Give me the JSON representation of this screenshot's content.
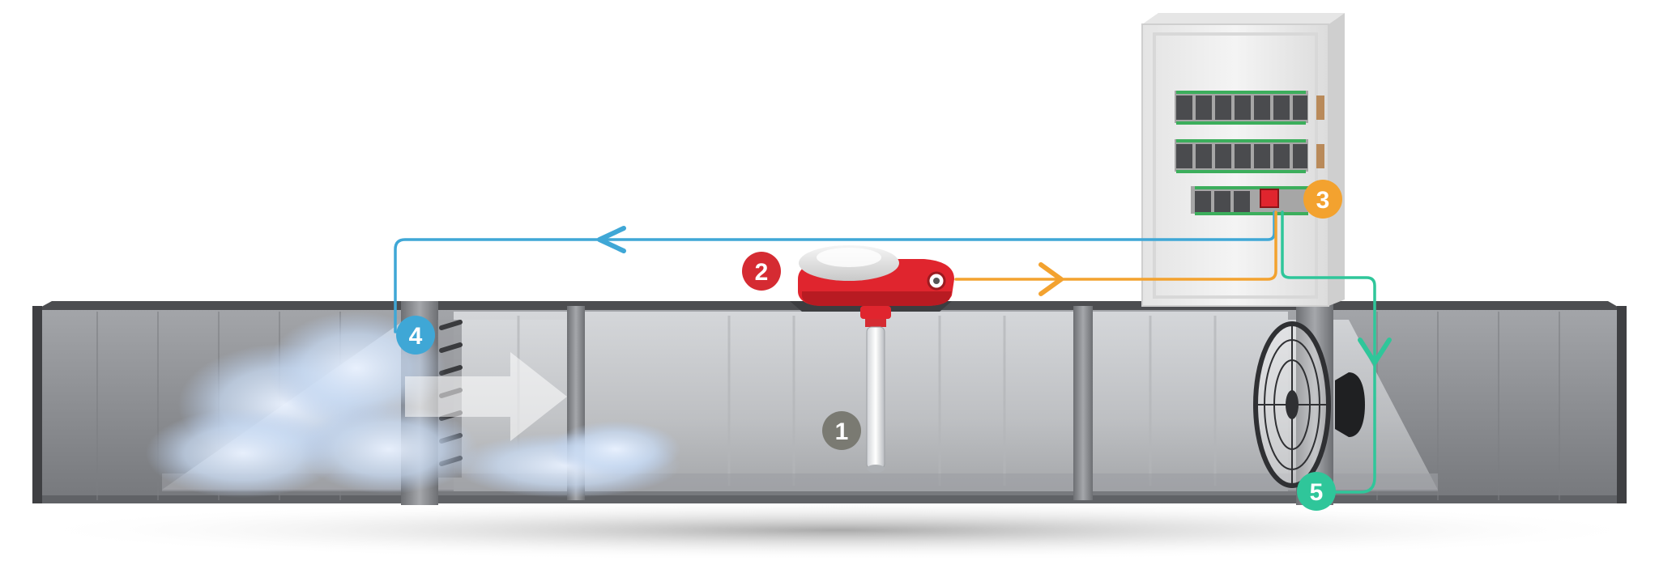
{
  "diagram": {
    "markers": [
      {
        "id": "sensor-probe",
        "label": "1",
        "color": "#7a7a72"
      },
      {
        "id": "smoke-detector",
        "label": "2",
        "color": "#d52b32"
      },
      {
        "id": "control-panel",
        "label": "3",
        "color": "#f3a22f"
      },
      {
        "id": "damper",
        "label": "4",
        "color": "#3fa7d6"
      },
      {
        "id": "fan",
        "label": "5",
        "color": "#2fc69a"
      }
    ],
    "connections": [
      {
        "from": "control-panel",
        "to": "damper",
        "color": "#3fa7d6"
      },
      {
        "from": "smoke-detector",
        "to": "control-panel",
        "color": "#f3a22f"
      },
      {
        "from": "control-panel",
        "to": "fan",
        "color": "#2fc69a"
      }
    ],
    "colors": {
      "duct": "#8a8c90",
      "panel": "#ededed",
      "detector": "#e0252e",
      "shadow": "#bdbdbd"
    }
  }
}
